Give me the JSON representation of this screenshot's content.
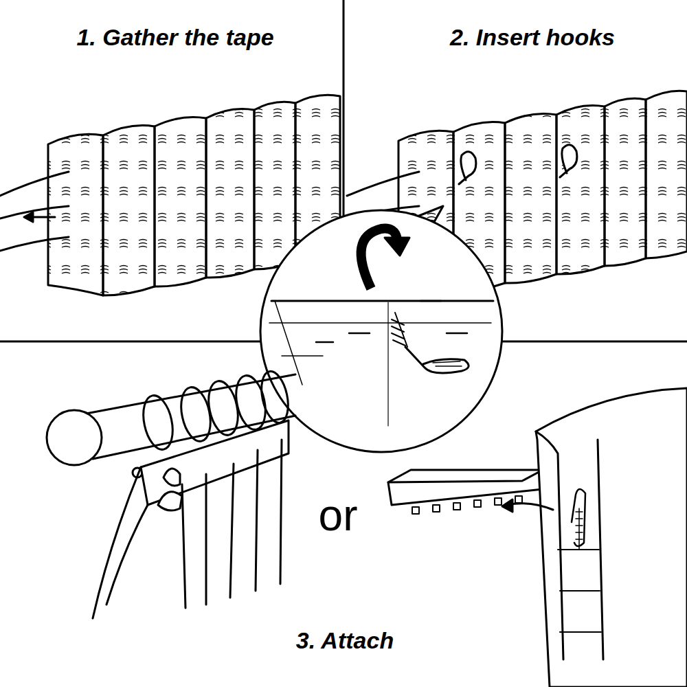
{
  "diagram": {
    "labels": [
      "1. Gather the tape",
      "2. Insert hooks",
      "or",
      "3. Attach"
    ]
  }
}
